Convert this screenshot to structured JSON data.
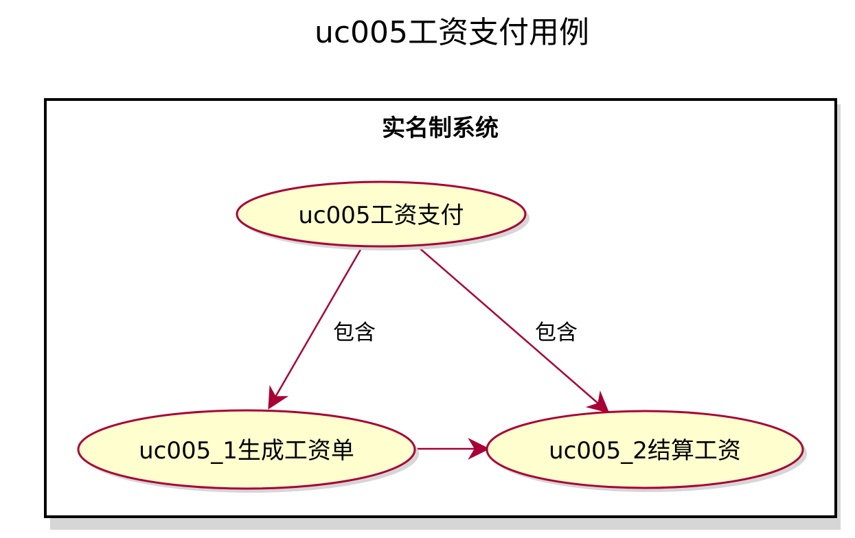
{
  "diagram": {
    "title": "uc005工资支付用例",
    "boundary": {
      "label": "实名制系统"
    },
    "use_cases": {
      "pay_salary": "uc005工资支付",
      "generate_payroll": "uc005_1生成工资单",
      "settle_salary": "uc005_2结算工资"
    },
    "relations": {
      "include_left": "包含",
      "include_right": "包含"
    },
    "colors": {
      "use_case_fill": "#FEFECE",
      "use_case_border": "#A80036",
      "edge": "#A80036",
      "boundary_border": "#000000",
      "shadow": "#d6d6d6"
    }
  }
}
